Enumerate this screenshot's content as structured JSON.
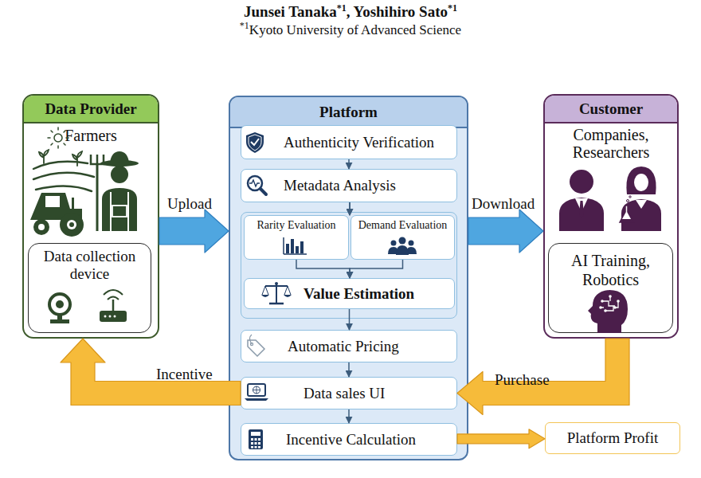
{
  "diagram": {
    "nodes": [
      {
        "text": [
          "Data Provider",
          "Farmers"
        ]
      },
      {
        "text": [
          "Data collection device"
        ],
        "in": 0
      },
      {
        "text": [
          "Platform"
        ]
      },
      {
        "text": [
          "Authenticity Verification"
        ],
        "in": 2
      },
      {
        "text": [
          "Metadata Analysis"
        ],
        "in": 2
      },
      {
        "text": [
          "Rarity Evaluation"
        ],
        "in": 2
      },
      {
        "text": [
          "Demand Evaluation"
        ],
        "in": 2
      },
      {
        "text": [
          "Value Estimation"
        ],
        "in": 2
      },
      {
        "text": [
          "Automatic Pricing"
        ],
        "in": 2
      },
      {
        "text": [
          "Data sales UI"
        ],
        "in": 2
      },
      {
        "text": [
          "Incentive Calculation"
        ],
        "in": 2
      },
      {
        "text": [
          "Customer",
          "Companies, Researchers"
        ]
      },
      {
        "text": [
          "AI Training, Robotics"
        ],
        "in": 11
      },
      {
        "text": [
          "Platform Profit"
        ]
      }
    ],
    "edges": [
      {
        "from": 0,
        "to": 2,
        "label": "Upload",
        "arrow": "to"
      },
      {
        "from": 2,
        "to": 11,
        "label": "Download",
        "arrow": "to"
      },
      {
        "from": 11,
        "to": 9,
        "label": "Purchase",
        "arrow": "to"
      },
      {
        "from": 9,
        "to": 0,
        "label": "Incentive",
        "arrow": "to"
      },
      {
        "from": 10,
        "to": 13,
        "arrow": "to"
      },
      {
        "from": 3,
        "to": 4,
        "arrow": "to"
      },
      {
        "from": 4,
        "to": 5,
        "arrow": "to"
      },
      {
        "from": 4,
        "to": 6,
        "arrow": "to"
      },
      {
        "from": 5,
        "to": 7,
        "arrow": "to"
      },
      {
        "from": 6,
        "to": 7,
        "arrow": "to"
      },
      {
        "from": 7,
        "to": 8,
        "arrow": "to"
      },
      {
        "from": 8,
        "to": 9,
        "arrow": "to"
      },
      {
        "from": 9,
        "to": 10,
        "arrow": "to"
      }
    ],
    "labels": [
      "Junsei Tanaka",
      "*1",
      ", Yoshihiro Sato",
      "*1",
      "*1",
      "Kyoto University of Advanced Science"
    ]
  }
}
